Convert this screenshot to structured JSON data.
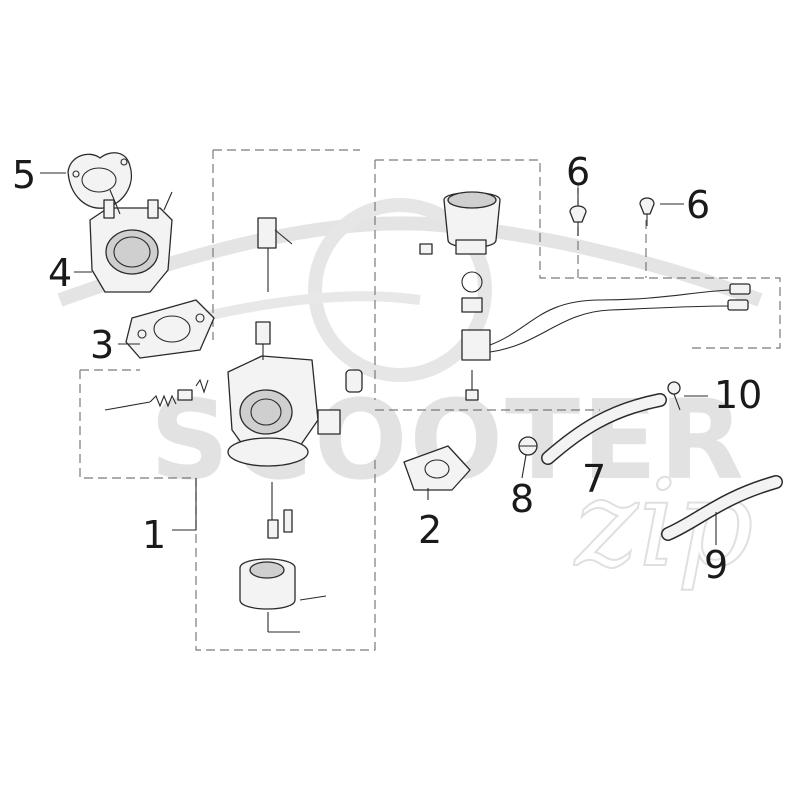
{
  "watermark": {
    "brand_text": "SCOOTER",
    "brand_script": "zip"
  },
  "callouts": [
    {
      "id": "c1",
      "label": "1"
    },
    {
      "id": "c2",
      "label": "2"
    },
    {
      "id": "c3",
      "label": "3"
    },
    {
      "id": "c4",
      "label": "4"
    },
    {
      "id": "c5",
      "label": "5"
    },
    {
      "id": "c6a",
      "label": "6"
    },
    {
      "id": "c6b",
      "label": "6"
    },
    {
      "id": "c7",
      "label": "7"
    },
    {
      "id": "c8",
      "label": "8"
    },
    {
      "id": "c9",
      "label": "9"
    },
    {
      "id": "c10",
      "label": "10"
    }
  ],
  "colors": {
    "line": "#2a2a2a",
    "dashed_frame": "#7a7a7a",
    "watermark": "#e2e2e2"
  }
}
